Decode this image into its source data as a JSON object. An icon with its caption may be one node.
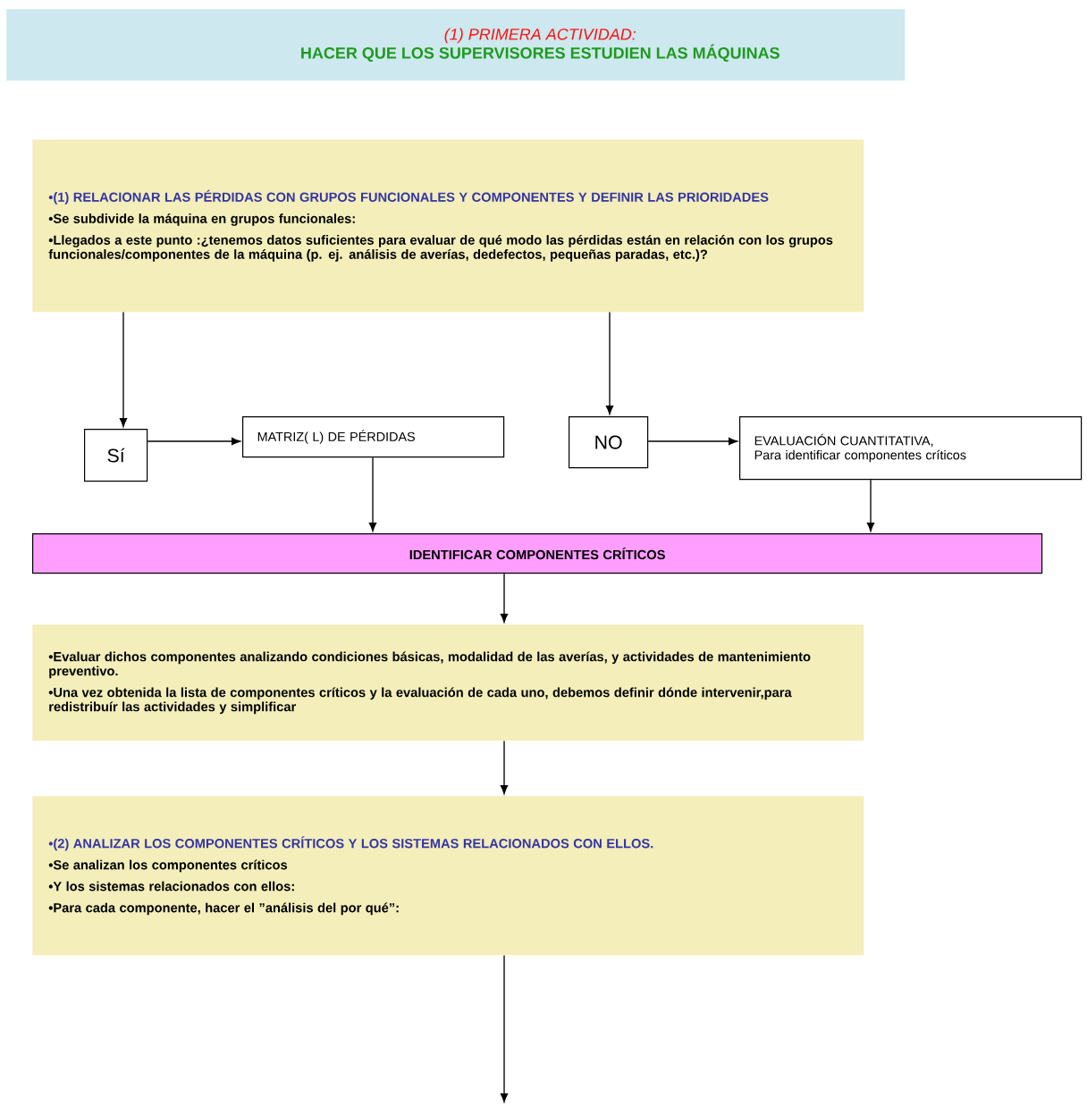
{
  "diagram": {
    "nodes": [
      {
        "text": [
          "(1) PRIMERA ACTIVIDAD:",
          "HACER QUE LOS SUPERVISORES ESTUDIEN LAS MÁQUINAS"
        ]
      },
      {
        "text": [
          "•(1) RELACIONAR LAS PÉRDIDAS CON GRUPOS FUNCIONALES Y COMPONENTES Y DEFINIR LAS PRIORIDADES",
          "•Se subdivide la máquina en grupos funcionales:",
          "•Llegados a este punto :¿tenemos datos suficientes para evaluar de qué modo las pérdidas están en relación con los grupos funcionales/componentes de la máquina (p. ej. análisis de averías, dedefectos, pequeñas paradas, etc.)?"
        ]
      },
      {
        "text": [
          "Sí"
        ]
      },
      {
        "text": [
          "MATRIZ( L) DE PÉRDIDAS"
        ]
      },
      {
        "text": [
          "NO"
        ]
      },
      {
        "text": [
          "EVALUACIÓN CUANTITATIVA,",
          "Para identificar componentes críticos"
        ]
      },
      {
        "text": [
          "IDENTIFICAR COMPONENTES CRÍTICOS"
        ]
      },
      {
        "text": [
          "•Evaluar dichos componentes analizando condiciones básicas, modalidad de las averías, y actividades de mantenimiento preventivo.",
          "•Una vez obtenida la lista de componentes críticos y la evaluación de cada uno, debemos definir dónde intervenir,para redistribuír las actividades y simplificar"
        ]
      },
      {
        "text": [
          "•(2) ANALIZAR LOS COMPONENTES CRÍTICOS Y LOS SISTEMAS RELACIONADOS CON ELLOS.",
          "•Se analizan los componentes críticos",
          "•Y los sistemas relacionados con ellos:",
          "•Para cada componente, hacer el ”análisis del por qué”:"
        ]
      }
    ],
    "edges": [
      {
        "from": 1,
        "to": 2,
        "arrow": "to"
      },
      {
        "from": 1,
        "to": 4,
        "arrow": "to"
      },
      {
        "from": 2,
        "to": 3,
        "arrow": "to"
      },
      {
        "from": 4,
        "to": 5,
        "arrow": "to"
      },
      {
        "from": 3,
        "to": 6,
        "arrow": "to"
      },
      {
        "from": 5,
        "to": 6,
        "arrow": "to"
      },
      {
        "from": 6,
        "to": 7,
        "arrow": "to"
      },
      {
        "from": 7,
        "to": 8,
        "arrow": "to"
      },
      {
        "from": 8,
        "to": null,
        "arrow": "to"
      }
    ]
  }
}
